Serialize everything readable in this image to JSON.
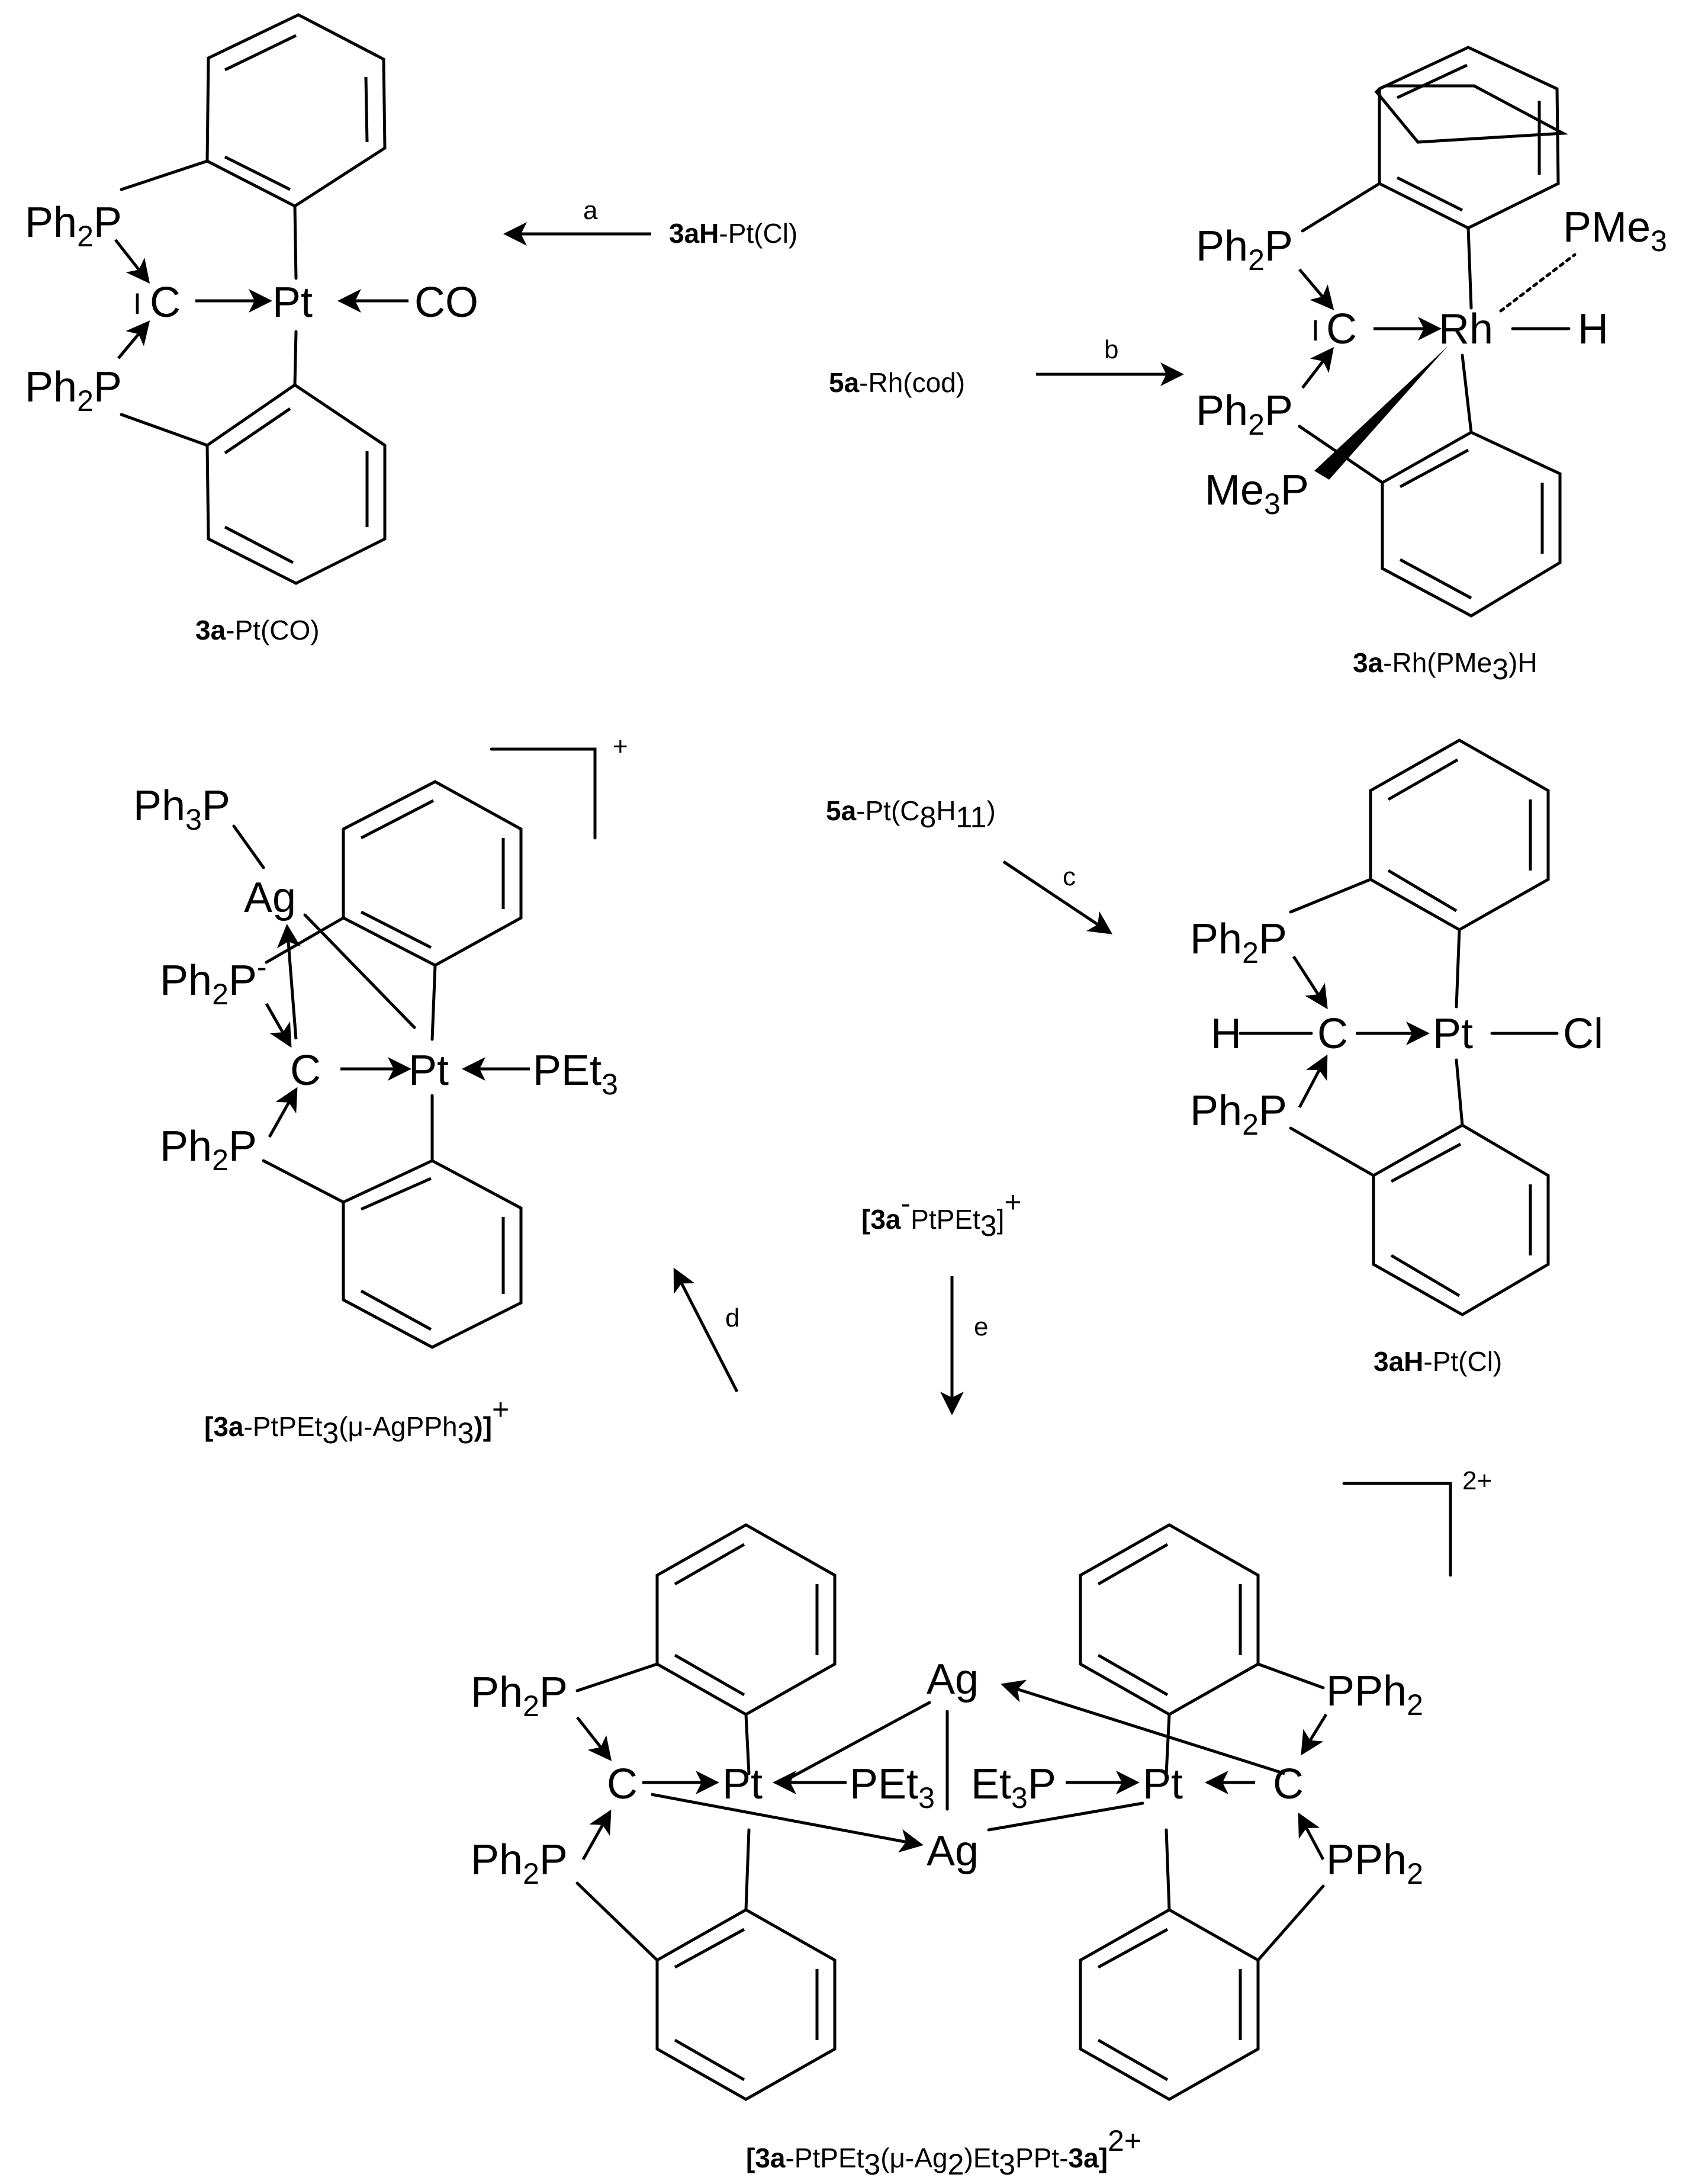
{
  "steps": {
    "a": "a",
    "b": "b",
    "c": "c",
    "d": "d",
    "e": "e"
  },
  "reagents": {
    "top_a": {
      "bold": "3aH",
      "rest": "-Pt(Cl)"
    },
    "top_b": {
      "bold": "5a",
      "rest": "-Rh(cod)"
    },
    "mid_c": {
      "bold": "5a",
      "rest": "-Pt(C",
      "sub1": "8",
      "mid": "H",
      "sub2": "11",
      "end": ")"
    },
    "mid_e": {
      "bold": "[3a",
      "sup": "-",
      "rest": "PtPEt",
      "sub": "3",
      "end": "]",
      "charge": "+"
    }
  },
  "compounds": {
    "pt_co": {
      "bold": "3a",
      "rest": "-Pt(CO)"
    },
    "rh": {
      "bold": "3a",
      "rest": "-Rh(PMe",
      "sub": "3",
      "end": ")H"
    },
    "pt_cl": {
      "bold": "3aH",
      "rest": "-Pt(Cl)"
    },
    "ag_mono": {
      "bold1": "[3a",
      "rest1": "-PtPEt",
      "sub1": "3",
      "rest2": "(μ-AgPPh",
      "sub2": "3",
      "rest3": ")]",
      "charge": "+"
    },
    "ag_di": {
      "bold1": "[3a",
      "rest1": "-PtPEt",
      "sub1": "3",
      "rest2": "(μ-Ag",
      "sub2": "2",
      "rest3": ")Et",
      "sub3": "3",
      "rest4": "PPt-",
      "bold2": "3a",
      "rest5": "]",
      "charge": "2+"
    }
  },
  "atoms": {
    "Ph": "Ph",
    "P": "P",
    "PPh": "PPh",
    "two": "2",
    "three": "3",
    "C": "C",
    "Pt": "Pt",
    "Rh": "Rh",
    "Ag": "Ag",
    "H": "H",
    "Cl": "Cl",
    "CO": "CO",
    "PMe": "PMe",
    "Me": "Me",
    "PEt": "PEt",
    "Et": "Et",
    "lone_pair": "I",
    "plus": "+",
    "two_plus": "2+",
    "minus": "-"
  }
}
